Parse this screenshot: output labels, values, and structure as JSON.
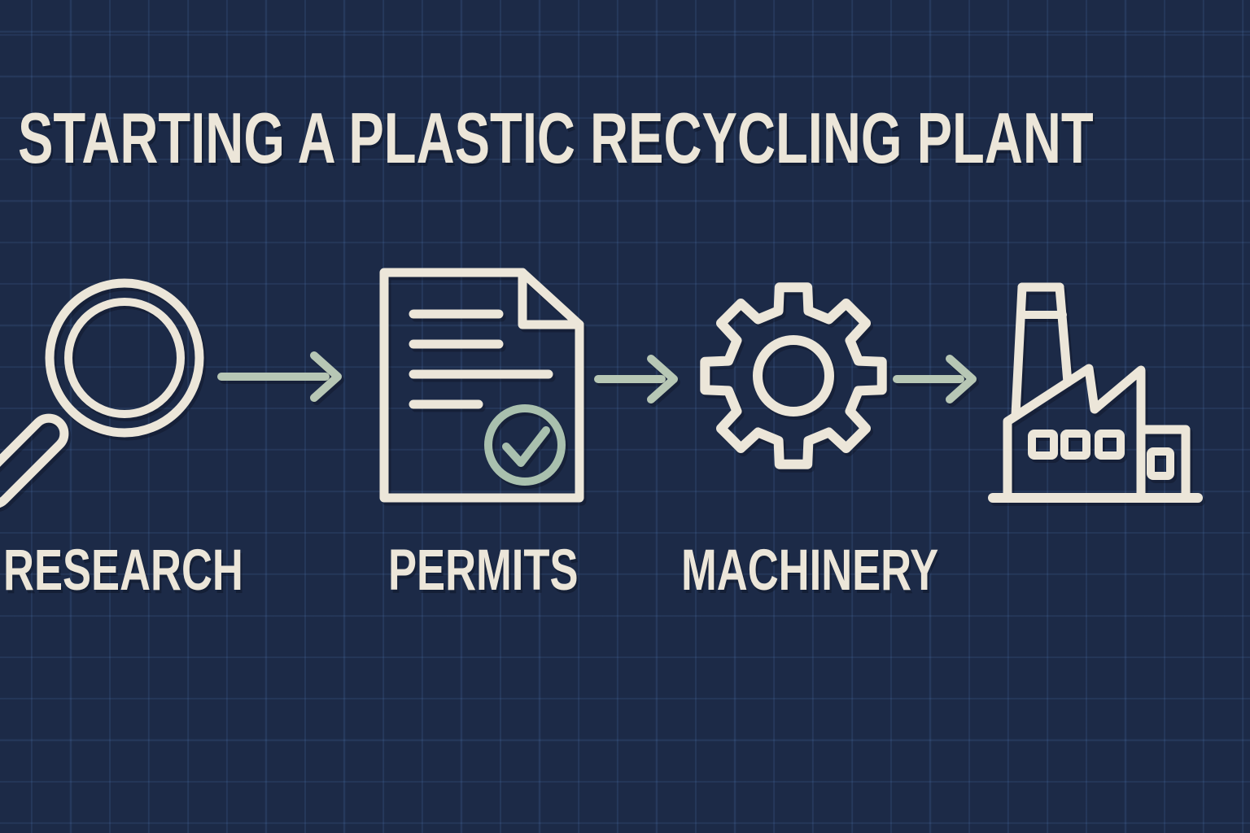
{
  "title": "STARTING A PLASTIC RECYCLING PLANT",
  "steps": [
    {
      "label": "RESEARCH",
      "icon": "magnifying-glass-icon"
    },
    {
      "label": "PERMITS",
      "icon": "document-checkmark-icon"
    },
    {
      "label": "MACHINERY",
      "icon": "gear-icon"
    },
    {
      "label": "",
      "icon": "factory-icon"
    }
  ],
  "flow": {
    "arrow_count": 3,
    "direction": "left-to-right"
  },
  "colors": {
    "background": "#1c2a47",
    "grid_line": "#2d4369",
    "ink_cream": "#ece6d9",
    "arrow_sage": "#b7c7b5",
    "check_sage": "#a9c0ae"
  }
}
